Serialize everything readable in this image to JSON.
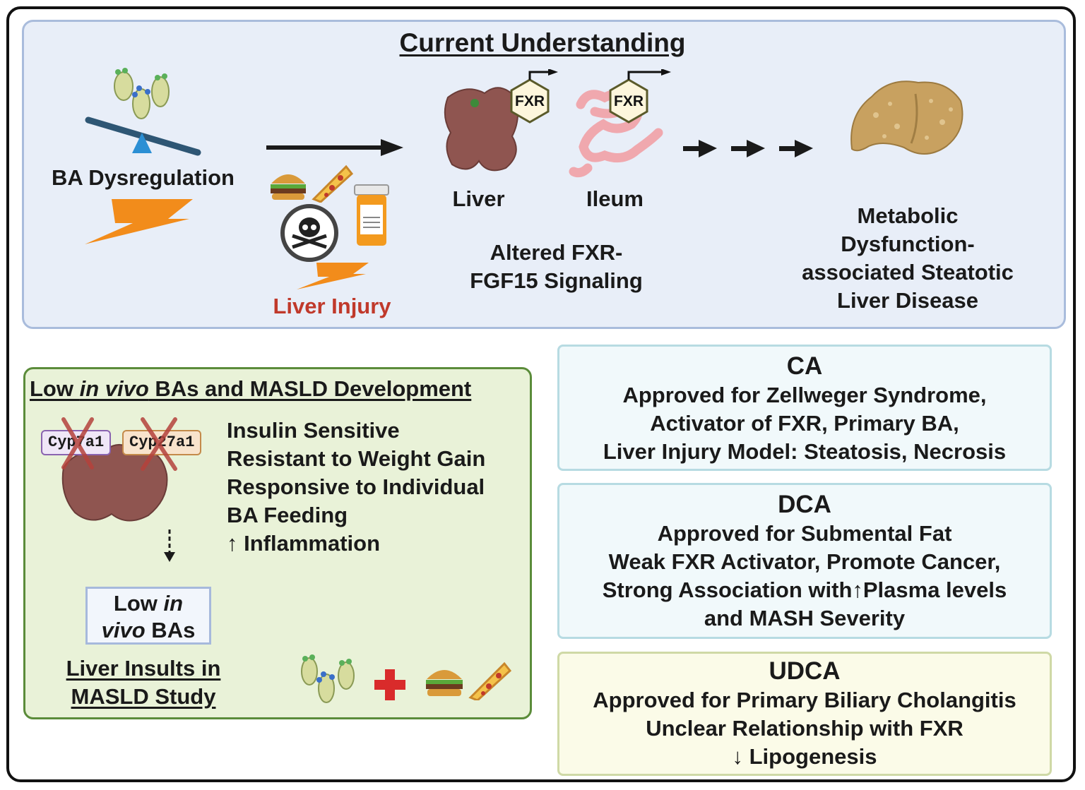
{
  "top": {
    "title": "Current Understanding",
    "ba_dysregulation": "BA Dysregulation",
    "liver_injury": "Liver Injury",
    "liver": "Liver",
    "ileum": "Ileum",
    "fxr": "FXR",
    "signaling": [
      "Altered FXR-",
      "FGF15 Signaling"
    ],
    "outcome": [
      "Metabolic",
      "Dysfunction-",
      "associated Steatotic",
      "Liver Disease"
    ]
  },
  "left": {
    "title_pre": "Low ",
    "title_em": "in vivo",
    "title_post": " BAs and MASLD Development",
    "genes": [
      "Cyp7a1",
      "Cyp27a1"
    ],
    "effects": [
      "Insulin Sensitive",
      "Resistant to Weight Gain",
      "Responsive to Individual",
      "BA Feeding",
      "↑ Inflammation"
    ],
    "low_box": {
      "l1_pre": "Low ",
      "l1_em": "in",
      "l2_em": "vivo",
      "l2_post": " BAs"
    },
    "insults": [
      "Liver Insults in",
      "MASLD Study"
    ]
  },
  "boxes": [
    {
      "name": "CA",
      "lines": [
        "Approved for Zellweger Syndrome,",
        "Activator of FXR, Primary BA,",
        "Liver Injury Model: Steatosis, Necrosis"
      ]
    },
    {
      "name": "DCA",
      "lines": [
        "Approved for Submental Fat",
        "Weak FXR Activator, Promote Cancer,",
        "Strong Association with↑Plasma levels",
        "and MASH Severity"
      ]
    },
    {
      "name": "UDCA",
      "lines": [
        "Approved for Primary Biliary Cholangitis",
        "Unclear Relationship with FXR",
        "↓ Lipogenesis"
      ]
    }
  ],
  "colors": {
    "liver_injury_text": "#c0392b",
    "bolt": "#f28c1b",
    "liver": "#8f5550",
    "fxr_hex": "#fdf6dc",
    "masld_liver": "#c8a160",
    "red_cross": "#d92b2b"
  }
}
